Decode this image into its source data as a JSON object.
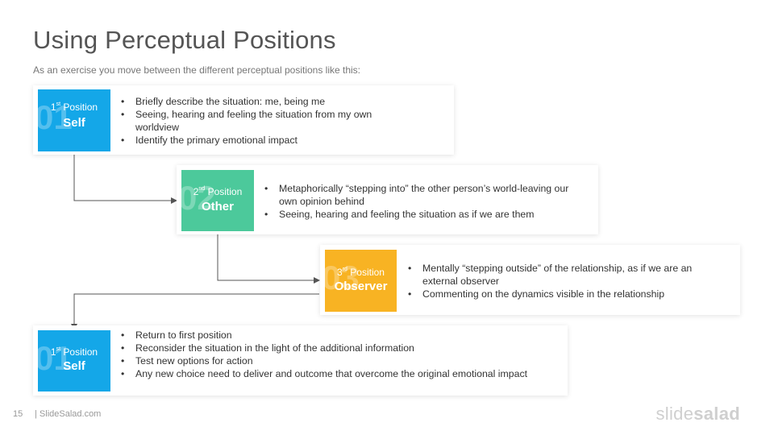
{
  "title": "Using Perceptual Positions",
  "subtitle": "As an exercise you move between the different  perceptual  positions like this:",
  "colors": {
    "self": "#14a7e8",
    "other": "#4cc99b",
    "observer": "#f8b323"
  },
  "steps": [
    {
      "number": "01",
      "ordinal_num": "1",
      "ordinal_sup": "st",
      "position_word": "Position",
      "name": "Self",
      "bullets": [
        "Briefly describe the situation: me, being me",
        "Seeing, hearing and feeling the situation  from my own worldview",
        "Identify the primary  emotional impact"
      ]
    },
    {
      "number": "02",
      "ordinal_num": "2",
      "ordinal_sup": "nd",
      "position_word": "Position",
      "name": "Other",
      "bullets": [
        "Metaphorically  “stepping into” the other person’s world-leaving our own opinion  behind",
        "Seeing, hearing  and feeling the situation  as if we are them"
      ]
    },
    {
      "number": "03",
      "ordinal_num": "3",
      "ordinal_sup": "rd",
      "position_word": "Position",
      "name": "Observer",
      "bullets": [
        "Mentally  “stepping outside”  of the relationship,  as if we are an external observer",
        "Commenting  on the dynamics visible in the relationship"
      ]
    },
    {
      "number": "01",
      "ordinal_num": "1",
      "ordinal_sup": "st",
      "position_word": "Position",
      "name": "Self",
      "bullets": [
        "Return to first position",
        "Reconsider the situation in the light of the additional  information",
        "Test new options for action",
        "Any new choice need to deliver and outcome that overcome the original  emotional impact"
      ]
    }
  ],
  "footer": {
    "page_number": "15",
    "site": "| SlideSalad.com"
  },
  "brand": {
    "part1": "slide",
    "part2": "salad"
  }
}
